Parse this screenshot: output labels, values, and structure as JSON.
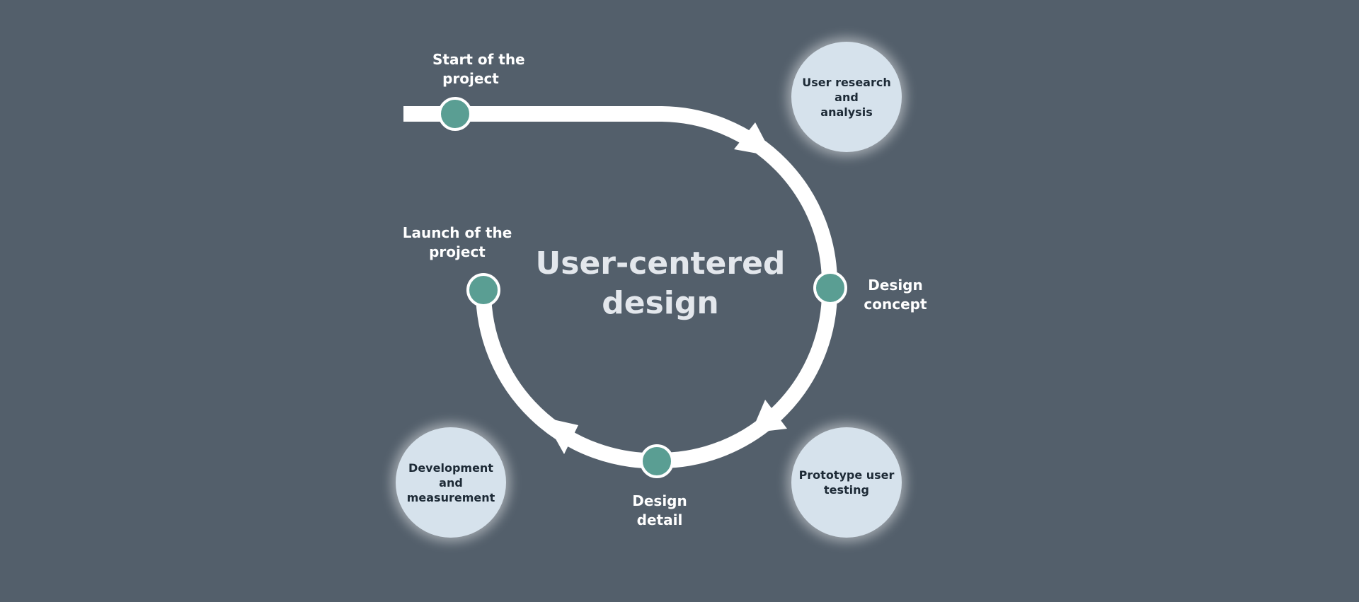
{
  "diagram": {
    "title_line1": "User-centered",
    "title_line2": "design",
    "milestones": {
      "start": {
        "line1": "Start of the",
        "line2": "project"
      },
      "concept": {
        "line1": "Design",
        "line2": "concept"
      },
      "detail": {
        "line1": "Design",
        "line2": "detail"
      },
      "launch": {
        "line1": "Launch of the",
        "line2": "project"
      }
    },
    "phases": {
      "research": {
        "line1": "User research and",
        "line2": "analysis"
      },
      "testing": {
        "line1": "Prototype user",
        "line2": "testing"
      },
      "development": {
        "line1": "Development and",
        "line2": "measurement"
      }
    }
  },
  "colors": {
    "background": "#535f6b",
    "path": "#ffffff",
    "node_fill": "#5a9e93",
    "bubble_fill": "#d6e2ec",
    "title_text": "#e3e7ec",
    "bubble_text": "#1d2a36"
  }
}
